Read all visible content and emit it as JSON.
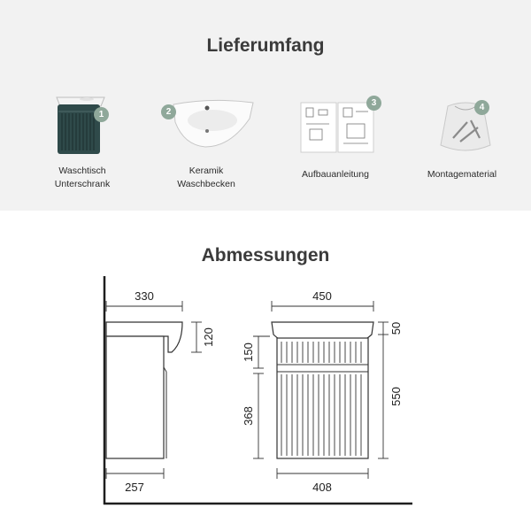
{
  "delivery": {
    "title": "Lieferumfang",
    "badge_color": "#8fa89a",
    "items": [
      {
        "number": "1",
        "label_line1": "Waschtisch",
        "label_line2": "Unterschrank",
        "icon": "vanity-cabinet-icon"
      },
      {
        "number": "2",
        "label_line1": "Keramik",
        "label_line2": "Waschbecken",
        "icon": "ceramic-basin-icon"
      },
      {
        "number": "3",
        "label_line1": "Aufbauanleitung",
        "label_line2": "",
        "icon": "manual-icon"
      },
      {
        "number": "4",
        "label_line1": "Montagematerial",
        "label_line2": "",
        "icon": "hardware-bag-icon"
      }
    ]
  },
  "dimensions": {
    "title": "Abmessungen",
    "side_view": {
      "basin_depth": "330",
      "basin_height": "120",
      "cabinet_depth": "257"
    },
    "front_view": {
      "basin_width": "450",
      "basin_rim": "50",
      "top_section": "150",
      "cabinet_lower": "368",
      "total_height": "550",
      "cabinet_width": "408"
    },
    "cabinet_color": "#2f4a4a"
  }
}
